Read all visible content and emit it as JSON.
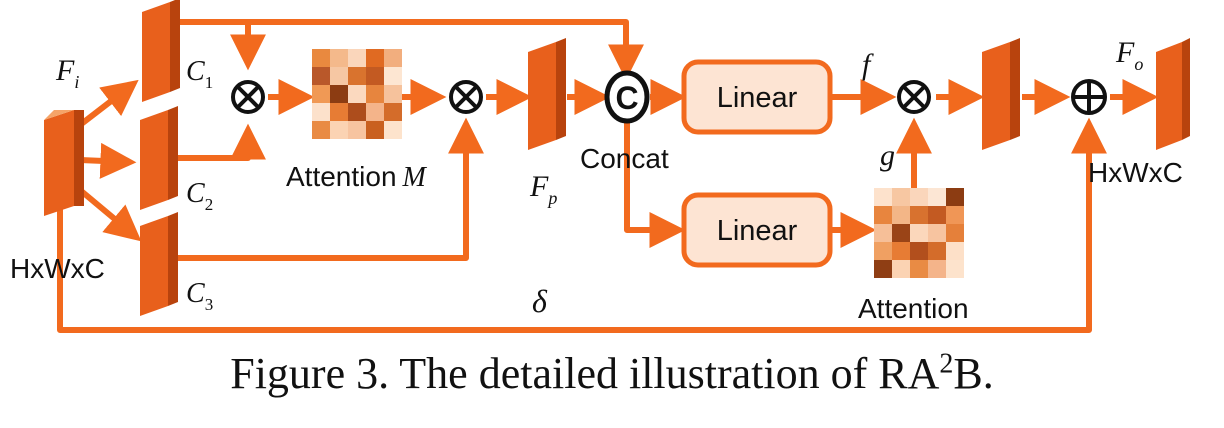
{
  "labels": {
    "input_feature": "F",
    "input_feature_sub": "i",
    "input_shape": "HxWxC",
    "c1": "C",
    "c1_sub": "1",
    "c2": "C",
    "c2_sub": "2",
    "c3": "C",
    "c3_sub": "3",
    "attention_m_text": "Attention",
    "attention_m_symbol": "M",
    "fp": "F",
    "fp_sub": "p",
    "concat": "Concat",
    "concat_symbol": "C",
    "linear_top": "Linear",
    "linear_bottom": "Linear",
    "f": "f",
    "g": "g",
    "attention": "Attention",
    "output_feature": "F",
    "output_feature_sub": "o",
    "output_shape": "HxWxC",
    "delta": "δ"
  },
  "caption": {
    "prefix": "Figure 3. The detailed illustration of RA",
    "superscript": "2",
    "suffix": "B."
  },
  "colors": {
    "arrow": "#f26a1e",
    "block_front": "#e8601c",
    "block_side": "#b8430d",
    "block_top": "#f5a468",
    "linear_fill": "#fde4d3",
    "linear_stroke": "#f26a1e"
  },
  "attention_m_grid": [
    [
      "#e9893f",
      "#f4b98b",
      "#fad6bb",
      "#e06a22",
      "#f2ae7e"
    ],
    [
      "#b9582a",
      "#f6c7a3",
      "#d9732e",
      "#c35a22",
      "#fde6d2"
    ],
    [
      "#f09955",
      "#8c3c12",
      "#fbd9bf",
      "#e7853e",
      "#f6c29c"
    ],
    [
      "#fce1cb",
      "#e77c34",
      "#ad4d1c",
      "#f4b48a",
      "#d46c2a"
    ],
    [
      "#e98b44",
      "#fbd3b3",
      "#f7c4a0",
      "#c9601f",
      "#fde3cc"
    ]
  ],
  "attention_grid": [
    [
      "#fde2cc",
      "#f7c7a2",
      "#fad6bb",
      "#fce6d4",
      "#8c3c12"
    ],
    [
      "#e8853e",
      "#f3b687",
      "#d8722f",
      "#c35a22",
      "#f09656"
    ],
    [
      "#f6bf98",
      "#9a4417",
      "#fbd7bb",
      "#f7c4a0",
      "#e5803a"
    ],
    [
      "#f0a062",
      "#e77c34",
      "#b24f1d",
      "#d46c2a",
      "#fde0c8"
    ],
    [
      "#8f3e14",
      "#fbd3b3",
      "#e98b44",
      "#f4b48a",
      "#fde3cc"
    ]
  ]
}
